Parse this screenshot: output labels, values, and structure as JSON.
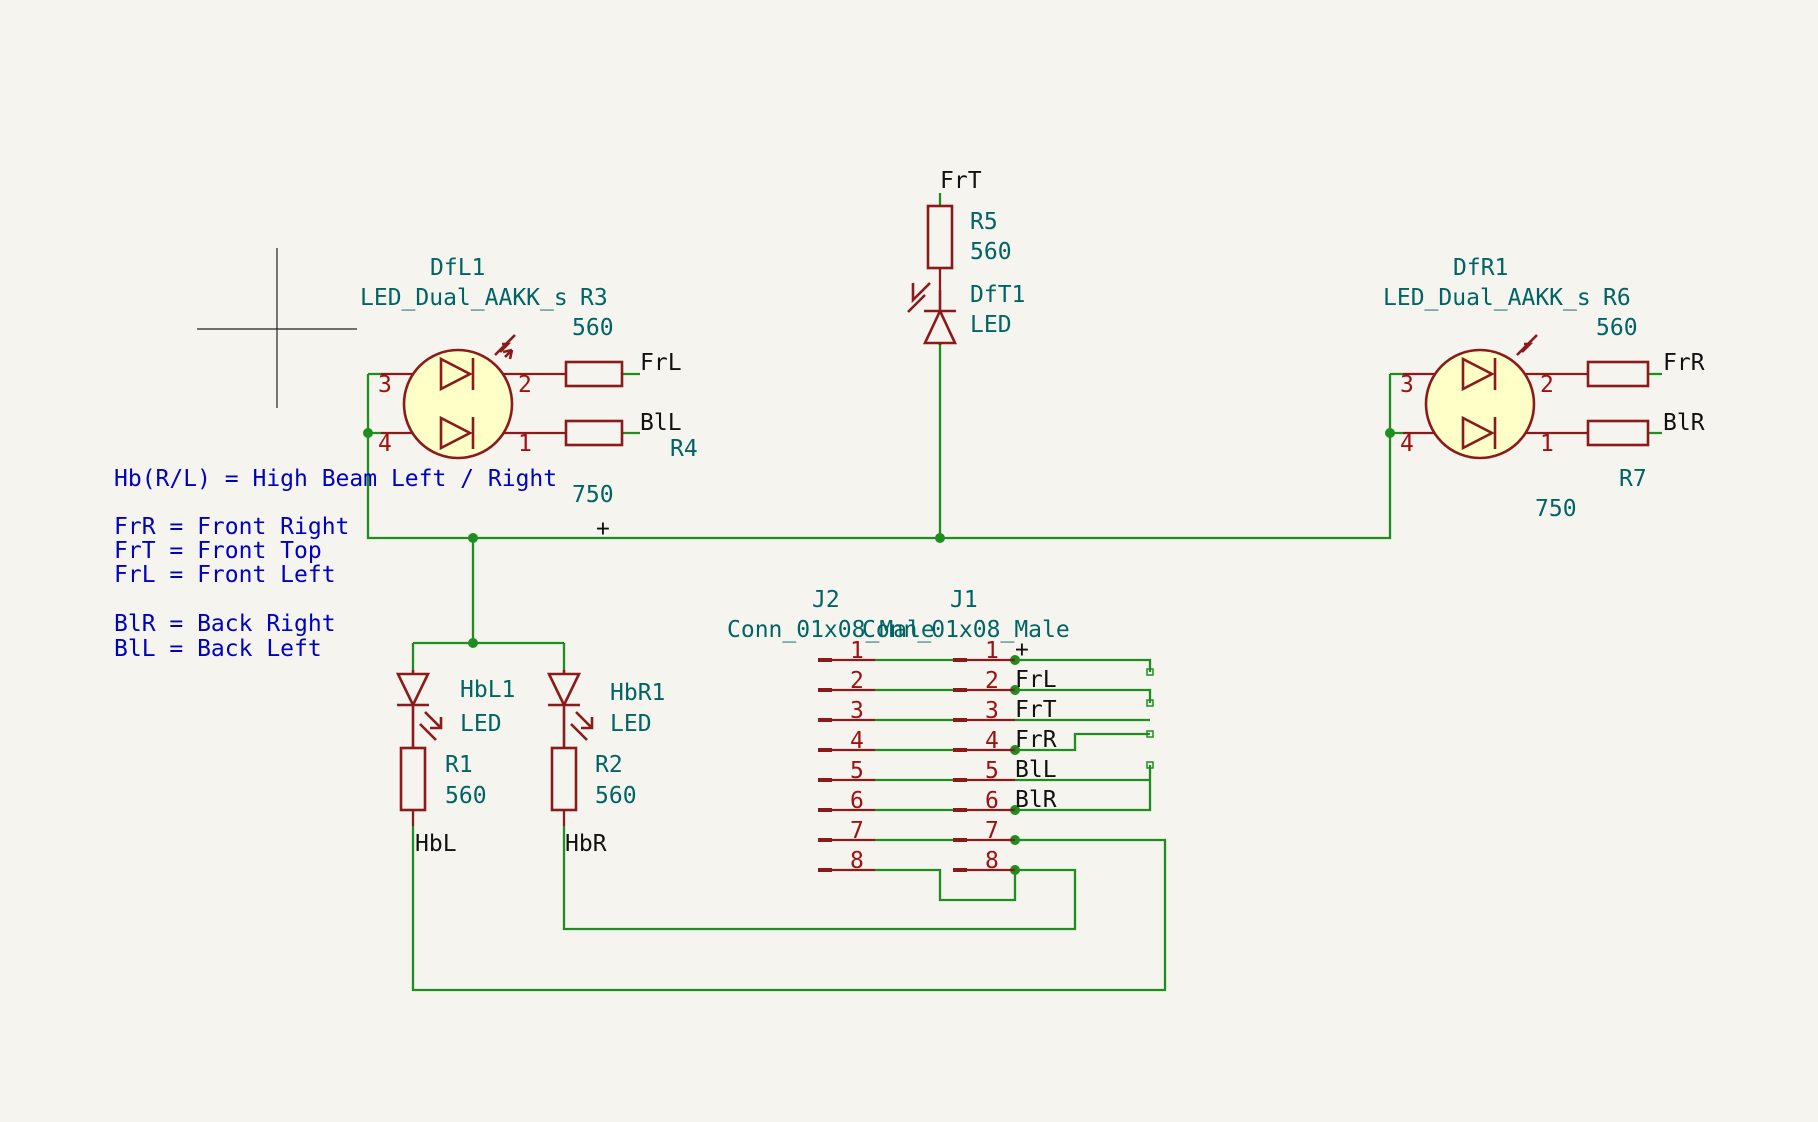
{
  "components": {
    "DfL1": {
      "ref": "DfL1",
      "value": "LED_Dual_AAKK_s",
      "pins": [
        "3",
        "2",
        "4",
        "1"
      ]
    },
    "DfR1": {
      "ref": "DfR1",
      "value": "LED_Dual_AAKK_s",
      "pins": [
        "3",
        "2",
        "4",
        "1"
      ]
    },
    "R3": {
      "ref": "R3",
      "value": "560"
    },
    "R4": {
      "ref": "R4",
      "value": "750"
    },
    "R5": {
      "ref": "R5",
      "value": "560"
    },
    "DfT1": {
      "ref": "DfT1",
      "value": "LED"
    },
    "R6": {
      "ref": "R6",
      "value": "560"
    },
    "R7": {
      "ref": "R7",
      "value": "750"
    },
    "HbL1": {
      "ref": "HbL1",
      "value": "LED"
    },
    "HbR1": {
      "ref": "HbR1",
      "value": "LED"
    },
    "R1": {
      "ref": "R1",
      "value": "560"
    },
    "R2": {
      "ref": "R2",
      "value": "560"
    },
    "J2": {
      "ref": "J2",
      "value": "Conn_01x08_Male"
    },
    "J1": {
      "ref": "J1",
      "value": "Conn_01x08_Male"
    }
  },
  "connector_pins": [
    "1",
    "2",
    "3",
    "4",
    "5",
    "6",
    "7",
    "8"
  ],
  "net_labels": {
    "frt_top": "FrT",
    "frl": "FrL",
    "bll": "BlL",
    "frr": "FrR",
    "blr": "BlR",
    "plus": "+",
    "hbl": "HbL",
    "hbr": "HbR",
    "j1_nets": [
      "+",
      "FrL",
      "FrT",
      "FrR",
      "BlL",
      "BlR"
    ]
  },
  "notes": [
    "Hb(R/L) = High Beam Left / Right",
    "FrR = Front Right",
    "FrT = Front Top",
    "FrL = Front Left",
    "BlR = Back Right",
    "BlL = Back Left"
  ],
  "colors": {
    "wire": "#1e8f1e",
    "component": "#8b1a1a",
    "component_fill": "#ffffc8",
    "reference_text": "#006464",
    "note_text": "#0000c0",
    "background": "#f5f4ef"
  }
}
